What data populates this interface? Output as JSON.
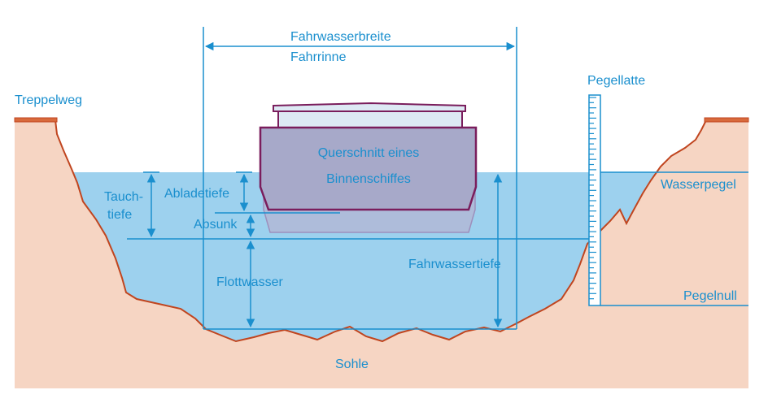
{
  "labels": {
    "fairway_width": "Fahrwasserbreite",
    "channel": "Fahrrinne",
    "towpath": "Treppelweg",
    "gauge_staff": "Pegellatte",
    "ship_line1": "Querschnitt eines",
    "ship_line2": "Binnenschiffes",
    "water_level": "Wasserpegel",
    "gauge_zero": "Pegelnull",
    "draught_line1": "Tauch-",
    "draught_line2": "tiefe",
    "loading_draught": "Abladetiefe",
    "squat": "Absunk",
    "underkeel_clearance": "Flottwasser",
    "fairway_depth": "Fahrwassertiefe",
    "bed": "Sohle"
  },
  "colors": {
    "ground": "#f6d5c3",
    "bank_outline": "#c0451f",
    "water": "#9dd1ee",
    "line": "#1a8fce",
    "hull": "#a7a9c9",
    "hull_outline": "#7a1d5c",
    "cabin": "#dde9f4"
  }
}
